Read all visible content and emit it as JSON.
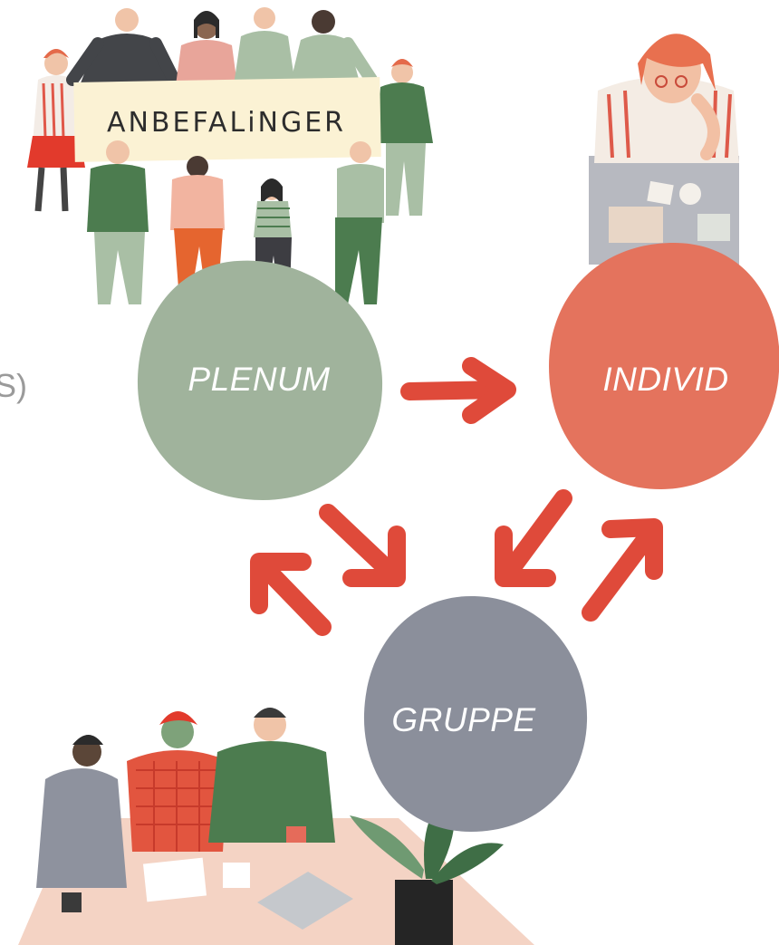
{
  "banner": {
    "text": "ANBEFALiNGER"
  },
  "edge_text": "S)",
  "nodes": {
    "plenum": {
      "label": "PLENUM",
      "color": "#a0b39c"
    },
    "individ": {
      "label": "INDIVID",
      "color": "#e4735d"
    },
    "gruppe": {
      "label": "GRUPPE",
      "color": "#8b8f9b"
    }
  },
  "arrow_color": "#df4a3a",
  "edges": [
    {
      "from": "plenum",
      "to": "individ"
    },
    {
      "from": "plenum",
      "to": "gruppe"
    },
    {
      "from": "gruppe",
      "to": "plenum"
    },
    {
      "from": "individ",
      "to": "gruppe"
    },
    {
      "from": "gruppe",
      "to": "individ"
    }
  ]
}
